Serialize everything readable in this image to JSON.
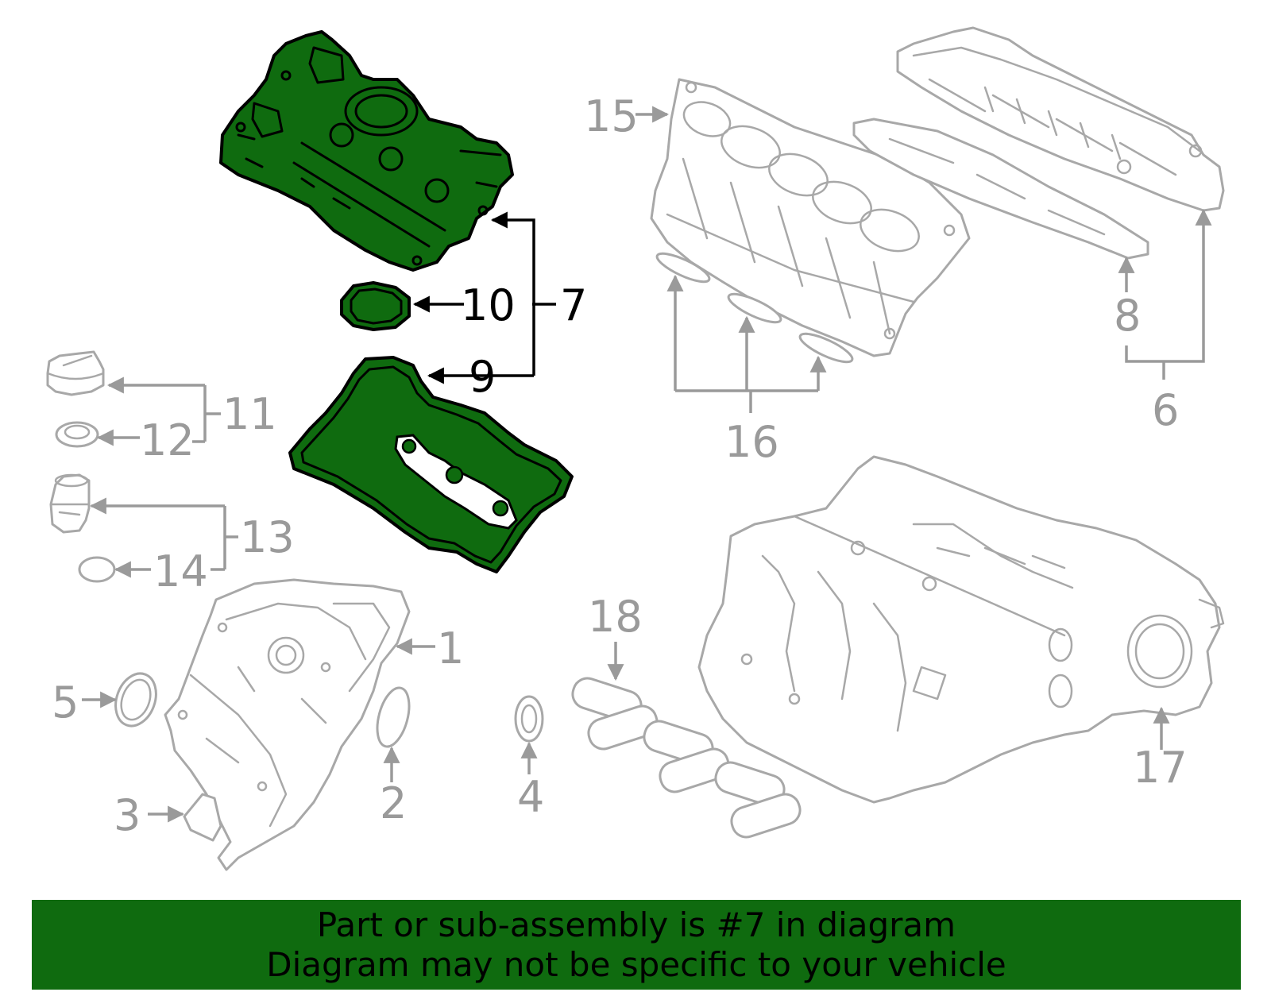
{
  "callouts": {
    "c1": "1",
    "c2": "2",
    "c3": "3",
    "c4": "4",
    "c5": "5",
    "c6": "6",
    "c7": "7",
    "c8": "8",
    "c9": "9",
    "c10": "10",
    "c11": "11",
    "c12": "12",
    "c13": "13",
    "c14": "14",
    "c15": "15",
    "c16": "16",
    "c17": "17",
    "c18": "18"
  },
  "highlight": {
    "part_number": "7",
    "color": "#0f6b0f"
  },
  "colors": {
    "line_gray": "#a8a8a8",
    "label_gray": "#9a9a9a",
    "highlight_green": "#0f6b0f"
  },
  "banner": {
    "line1": "Part or sub-assembly is #7 in diagram",
    "line2": "Diagram may not be specific to your vehicle"
  }
}
